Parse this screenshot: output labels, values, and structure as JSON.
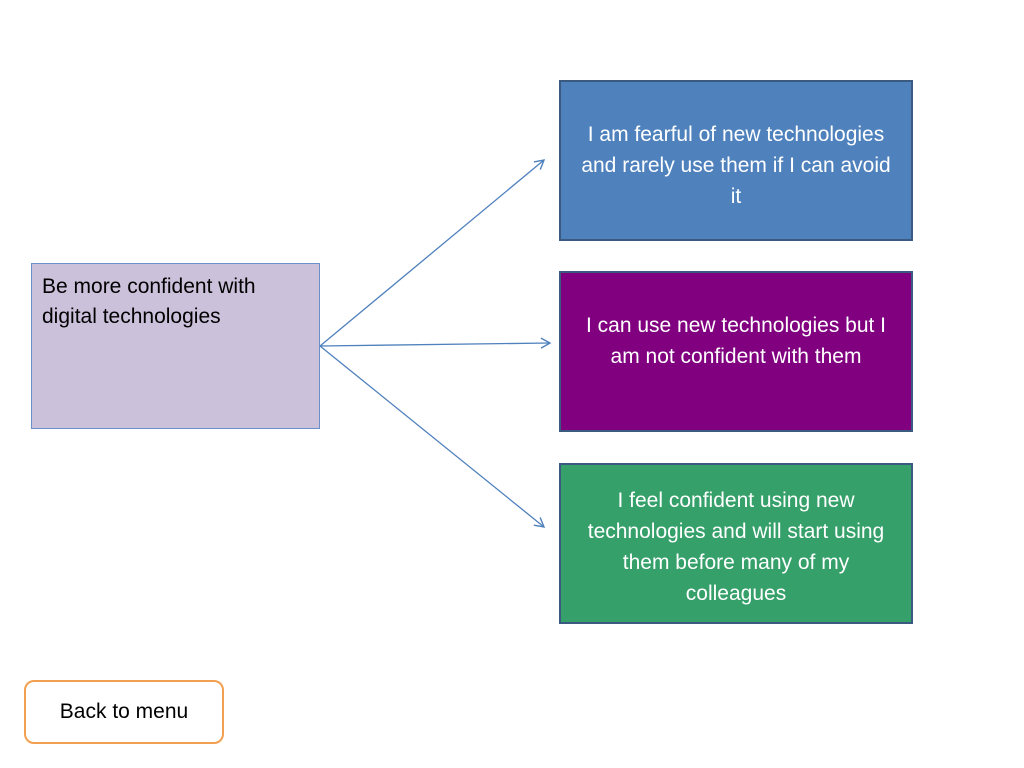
{
  "goal": {
    "text": "Be more confident with digital technologies"
  },
  "options": [
    {
      "text": "I am fearful of new technologies and rarely use them if I can avoid it",
      "color": "#4f81bd"
    },
    {
      "text": "I can use new technologies but I am not confident with them",
      "color": "#800080"
    },
    {
      "text": "I feel confident using new technologies and will start using them before many of my colleagues",
      "color": "#35a06a"
    }
  ],
  "colors": {
    "goal_fill": "#ccc1da",
    "arrow": "#4f81bd",
    "back_button_border": "#f0a050"
  },
  "back_button": {
    "label": "Back to menu"
  }
}
